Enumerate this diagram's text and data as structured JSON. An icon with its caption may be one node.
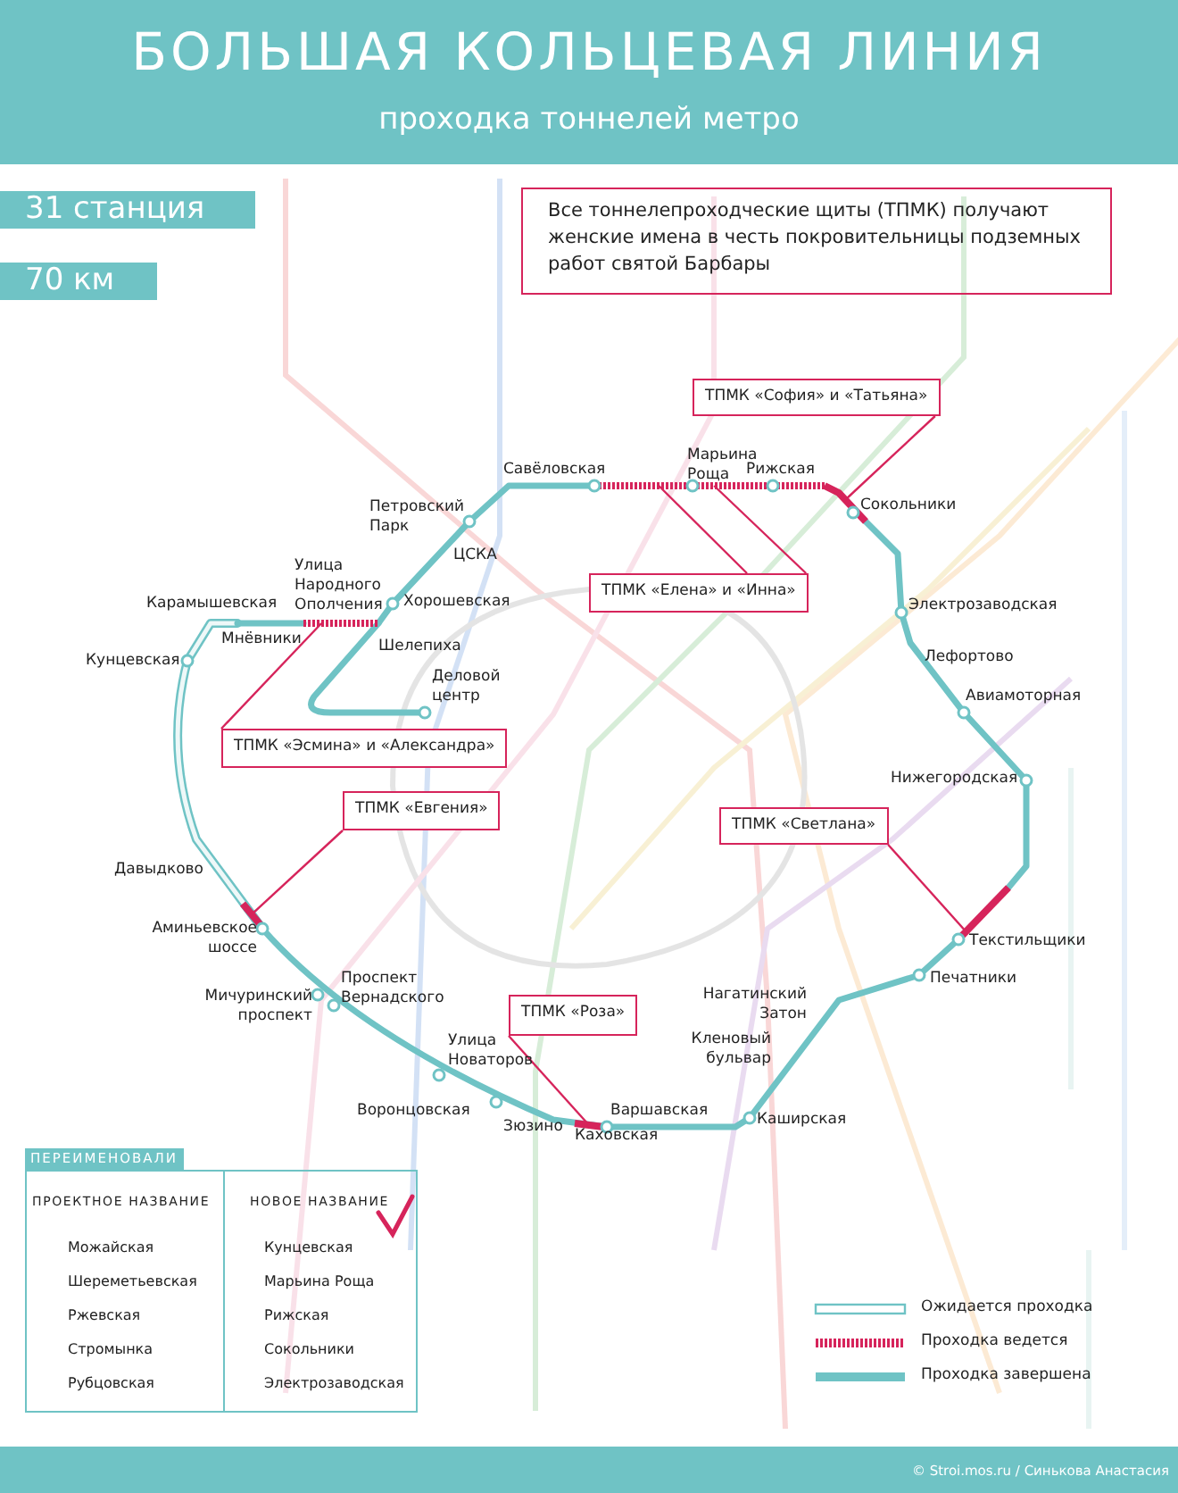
{
  "diagram": {
    "title": "БОЛЬШАЯ КОЛЬЦЕВАЯ ЛИНИЯ",
    "nodes": [
      {
        "text": [
          "31 станция"
        ]
      },
      {
        "text": [
          "70 км"
        ]
      },
      {
        "text": [
          "Все тоннелепроходческие щиты (ТПМК) получают женские имена в честь покровительницы подземных работ святой Барбары"
        ]
      },
      {
        "text": [
          "ТПМК «София» и «Татьяна»"
        ]
      },
      {
        "text": [
          "ТПМК «Елена» и «Инна»"
        ]
      },
      {
        "text": [
          "ТПМК «Эсмина» и «Александра»"
        ]
      },
      {
        "text": [
          "ТПМК «Евгения»"
        ]
      },
      {
        "text": [
          "ТПМК «Светлана»"
        ]
      },
      {
        "text": [
          "ТПМК «Роза»"
        ]
      },
      {
        "text": [],
        "shape": "bar"
      },
      {
        "text": [],
        "shape": "bar"
      },
      {
        "text": [],
        "shape": "bar"
      },
      {
        "text": [],
        "shape": "bar"
      },
      {
        "text": [],
        "shape": "bar"
      },
      {
        "text": [],
        "shape": "bar"
      }
    ],
    "edges": [
      {
        "from": 3,
        "to": 10,
        "arrow": "none"
      },
      {
        "from": 4,
        "to": 9,
        "arrow": "none"
      },
      {
        "from": 4,
        "to": 9,
        "arrow": "none"
      },
      {
        "from": 5,
        "to": 11,
        "arrow": "none"
      },
      {
        "from": 6,
        "to": 12,
        "arrow": "none"
      },
      {
        "from": 7,
        "to": 13,
        "arrow": "none"
      },
      {
        "from": 8,
        "to": 14,
        "arrow": "none"
      }
    ],
    "labels": [
      "проходка тоннелей метро",
      "Савёловская",
      "Марьина Роща",
      "Рижская",
      "Петровский Парк",
      "Сокольники",
      "ЦСКА",
      "Карамышевская",
      "Улица Народного Ополчения",
      "Хорошевская",
      "Мнёвники",
      "Электрозаводская",
      "Кунцевская",
      "Шелепиха",
      "Лефортово",
      "Деловой центр",
      "Авиамоторная",
      "Нижегородская",
      "Давыдково",
      "Аминьевское шоссе",
      "Текстильщики",
      "Проспект Вернадского",
      "Печатники",
      "Мичуринский проспект",
      "Нагатинский Затон",
      "Улица Новаторов",
      "Кленовый бульвар",
      "Воронцовская",
      "Варшавская",
      "Зюзино",
      "Каширская",
      "Каховская",
      "ПЕРЕИМЕНОВАЛИ",
      "ПРОЕКТНОЕ НАЗВАНИЕ",
      "НОВОЕ НАЗВАНИЕ",
      "Можайская",
      "Кунцевская",
      "Шереметьевская",
      "Марьина Роща",
      "Ржевская",
      "Рижская",
      "Стромынка",
      "Сокольники",
      "Рубцовская",
      "Электрозаводская",
      "© Stroi.mos.ru / Синькова Анастасия"
    ],
    "legend": [
      {
        "text": "Ожидается проходка"
      },
      {
        "text": "Проходка ведется"
      },
      {
        "text": "Проходка завершена"
      }
    ]
  }
}
